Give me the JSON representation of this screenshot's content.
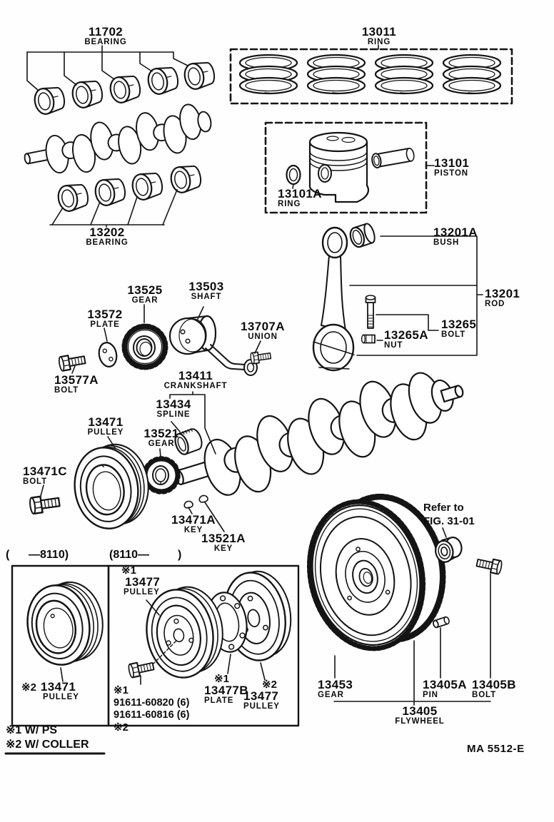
{
  "figure": {
    "code": "MA 5512-E"
  },
  "ranges": {
    "left": "(      —8110)",
    "right": "(8110—         )"
  },
  "refer_note": {
    "line1": "Refer to",
    "line2": "FIG. 31-01"
  },
  "labels": {
    "n11702": {
      "number": "11702",
      "name": "BEARING"
    },
    "n13011": {
      "number": "13011",
      "name": "RING"
    },
    "n13101": {
      "number": "13101",
      "name": "PISTON"
    },
    "n13101A": {
      "number": "13101A",
      "name": "RING"
    },
    "n13202": {
      "number": "13202",
      "name": "BEARING"
    },
    "n13201A": {
      "number": "13201A",
      "name": "BUSH"
    },
    "n13201": {
      "number": "13201",
      "name": "ROD"
    },
    "n13265": {
      "number": "13265",
      "name": "BOLT"
    },
    "n13265A": {
      "number": "13265A",
      "name": "NUT"
    },
    "n13525": {
      "number": "13525",
      "name": "GEAR"
    },
    "n13503": {
      "number": "13503",
      "name": "SHAFT"
    },
    "n13572": {
      "number": "13572",
      "name": "PLATE"
    },
    "n13707A": {
      "number": "13707A",
      "name": "UNION"
    },
    "n13577A": {
      "number": "13577A",
      "name": "BOLT"
    },
    "n13411": {
      "number": "13411",
      "name": "CRANKSHAFT"
    },
    "n13434": {
      "number": "13434",
      "name": "SPLINE"
    },
    "n13521": {
      "number": "13521",
      "name": "GEAR"
    },
    "n13471": {
      "number": "13471",
      "name": "PULLEY"
    },
    "n13471C": {
      "number": "13471C",
      "name": "BOLT"
    },
    "n13471A": {
      "number": "13471A",
      "name": "KEY"
    },
    "n13521A": {
      "number": "13521A",
      "name": "KEY"
    },
    "n13453": {
      "number": "13453",
      "name": "GEAR"
    },
    "n13405A": {
      "number": "13405A",
      "name": "PIN"
    },
    "n13405B": {
      "number": "13405B",
      "name": "BOLT"
    },
    "n13405": {
      "number": "13405",
      "name": "FLYWHEEL"
    }
  },
  "variants": {
    "early_pulley": {
      "marker": "※2",
      "number": "13471",
      "name": "PULLEY"
    },
    "late_pulley_front": {
      "marker": "※1",
      "number": "13477",
      "name": "PULLEY"
    },
    "late_plate": {
      "marker": "※1",
      "number": "13477B",
      "name": "PLATE"
    },
    "late_pulley_rear": {
      "marker": "※2",
      "number": "13477",
      "name": "PULLEY"
    },
    "bolt_options": {
      "marker_top": "※1",
      "option1": "91611-60820 (6)",
      "option2": "91611-60816 (6)",
      "marker_bottom": "※2"
    }
  },
  "footnotes": {
    "f1": {
      "marker": "※1",
      "text": "W/ PS"
    },
    "f2": {
      "marker": "※2",
      "text": "W/ COLLER"
    }
  }
}
